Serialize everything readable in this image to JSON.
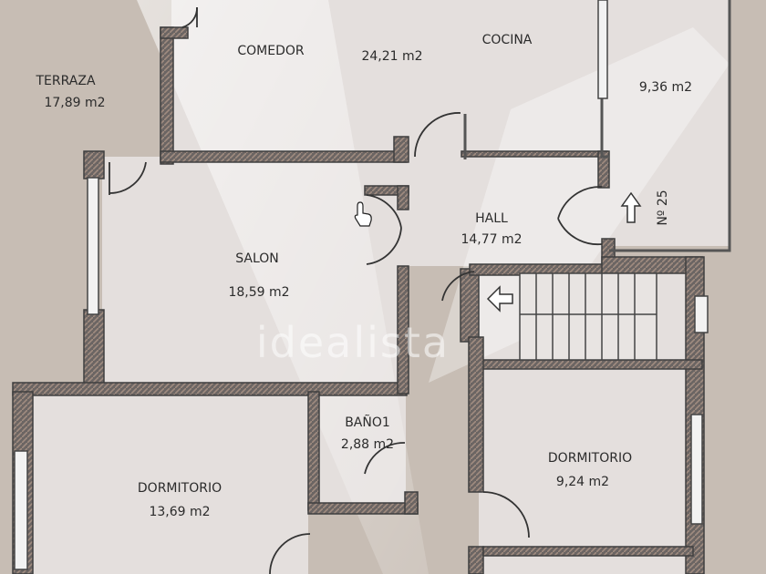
{
  "plan": {
    "colors": {
      "background": "#c9bfb6",
      "floor": "#e6e1df",
      "wall": "#5a5a5a",
      "wall_hatch": "#8a7a72",
      "glare": "#ffffff"
    },
    "rooms": {
      "terraza": {
        "name": "TERRAZA",
        "area": "17,89 m2"
      },
      "comedor": {
        "name": "COMEDOR"
      },
      "comedor_cocina_area": "24,21 m2",
      "cocina": {
        "name": "COCINA"
      },
      "cocina_side_area": "9,36 m2",
      "hall": {
        "name": "HALL",
        "area": "14,77 m2"
      },
      "salon": {
        "name": "SALON",
        "area": "18,59 m2"
      },
      "bano": {
        "name": "BAÑO1",
        "area": "2,88 m2"
      },
      "dormitorio_left": {
        "name": "DORMITORIO",
        "area": "13,69 m2"
      },
      "dormitorio_right": {
        "name": "DORMITORIO",
        "area": "9,24 m2"
      }
    },
    "door_number": "Nº 25",
    "watermark": "idealista",
    "icons": [
      "entry-arrow-icon",
      "stairs-arrow-icon",
      "cursor-hand-icon"
    ]
  }
}
